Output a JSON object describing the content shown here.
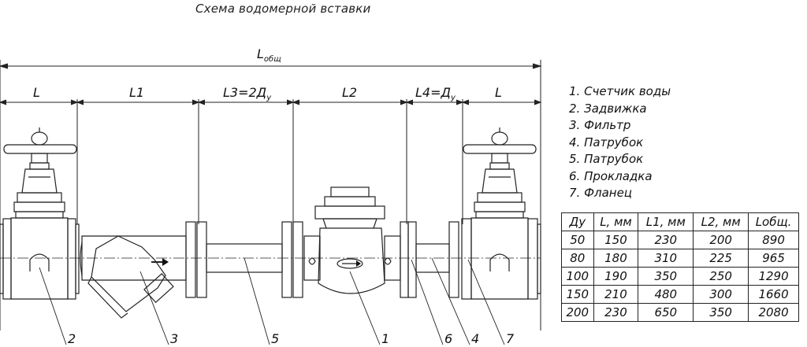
{
  "title": "Схема водомерной вставки",
  "dimensions": {
    "total": "L",
    "total_sub": "общ",
    "segments": [
      {
        "label": "L",
        "sub": ""
      },
      {
        "label": "L1",
        "sub": ""
      },
      {
        "label": "L3=2Д",
        "sub": "у"
      },
      {
        "label": "L2",
        "sub": ""
      },
      {
        "label": "L4=Д",
        "sub": "у"
      },
      {
        "label": "L",
        "sub": ""
      }
    ]
  },
  "callouts": [
    "2",
    "3",
    "5",
    "1",
    "6",
    "4",
    "7"
  ],
  "legend": [
    "1. Счетчик воды",
    "2. Задвижка",
    "3. Фильтр",
    "4. Патрубок",
    "5. Патрубок",
    "6. Прокладка",
    "7. Фланец"
  ],
  "table": {
    "headers": [
      "Ду",
      "L, мм",
      "L1, мм",
      "L2, мм",
      "Lобщ."
    ],
    "rows": [
      [
        "50",
        "150",
        "230",
        "200",
        "890"
      ],
      [
        "80",
        "180",
        "310",
        "225",
        "965"
      ],
      [
        "100",
        "190",
        "350",
        "250",
        "1290"
      ],
      [
        "150",
        "210",
        "480",
        "300",
        "1660"
      ],
      [
        "200",
        "230",
        "650",
        "350",
        "2080"
      ]
    ]
  }
}
